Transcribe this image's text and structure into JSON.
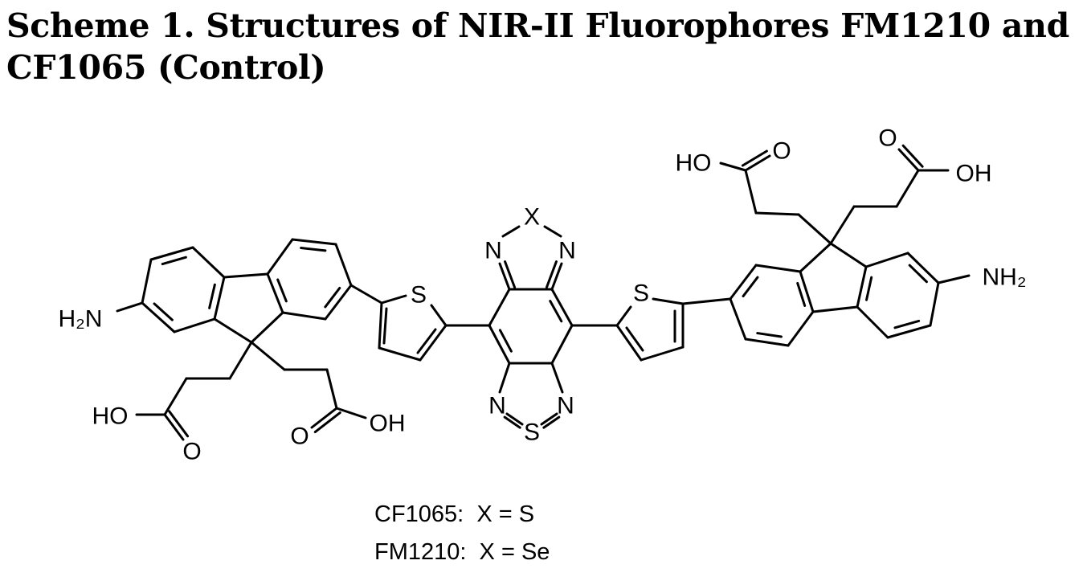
{
  "title": {
    "line1": "Scheme 1. Structures of NIR-II Fluorophores FM1210 and",
    "line2": "CF1065 (Control)"
  },
  "atoms": {
    "h2n_left": "H₂N",
    "nh2_right": "NH₂",
    "ho_left_a": "HO",
    "o_left_a": "O",
    "o_left_b": "O",
    "oh_left_b": "OH",
    "ho_right_a": "HO",
    "o_right_a": "O",
    "o_right_b": "O",
    "oh_right_b": "OH",
    "s_thiophene_left": "S",
    "s_thiophene_right": "S",
    "x": "X",
    "n_top_left": "N",
    "n_top_right": "N",
    "n_bottom_left": "N",
    "n_bottom_right": "N",
    "s_bottom": "S"
  },
  "legend": {
    "line1": "CF1065:  X = S",
    "line2": "FM1210:  X = Se"
  }
}
